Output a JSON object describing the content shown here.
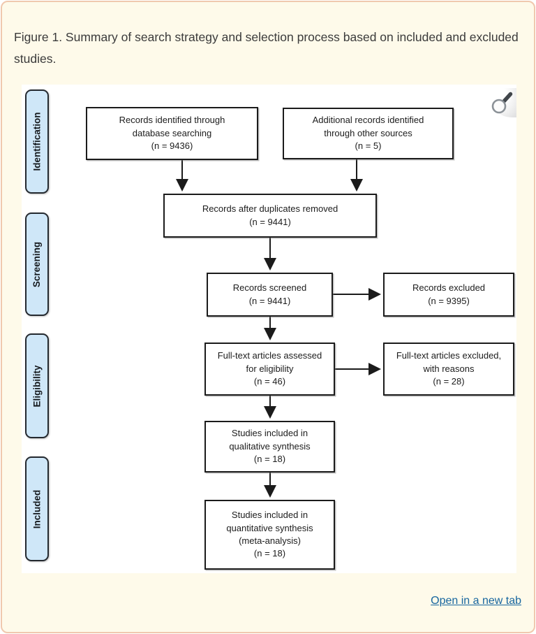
{
  "caption": "Figure 1. Summary of search strategy and selection process based on included and excluded studies.",
  "stages": [
    {
      "label": "Identification"
    },
    {
      "label": "Screening"
    },
    {
      "label": "Eligibility"
    },
    {
      "label": "Included"
    }
  ],
  "flow_boxes": [
    {
      "name": "records-identified",
      "text": "Records identified through\ndatabase searching\n(n = 9436)"
    },
    {
      "name": "additional-records",
      "text": "Additional records identified\nthrough other sources\n(n = 5)"
    },
    {
      "name": "after-duplicates",
      "text": "Records after duplicates removed\n(n = 9441)"
    },
    {
      "name": "records-screened",
      "text": "Records screened\n(n = 9441)"
    },
    {
      "name": "records-excluded",
      "text": "Records excluded\n(n = 9395)"
    },
    {
      "name": "fulltext-assessed",
      "text": "Full-text articles assessed\nfor eligibility\n(n = 46)"
    },
    {
      "name": "fulltext-excluded",
      "text": "Full-text articles excluded,\nwith reasons\n(n = 28)"
    },
    {
      "name": "qualitative-synthesis",
      "text": "Studies included in\nqualitative synthesis\n(n = 18)"
    },
    {
      "name": "quantitative-synthesis",
      "text": "Studies included in\nquantitative synthesis\n(meta-analysis)\n(n = 18)"
    }
  ],
  "footer": {
    "open_link_label": "Open in a new tab"
  },
  "icons": {
    "zoom": "magnifier-zoom-icon"
  },
  "colors": {
    "card_background": "#fefaea",
    "card_border": "#f0c8ae",
    "stage_fill": "#cfe7f8",
    "stage_border": "#24292f",
    "flow_box_border": "#1b1b1b",
    "link": "#17669f"
  }
}
